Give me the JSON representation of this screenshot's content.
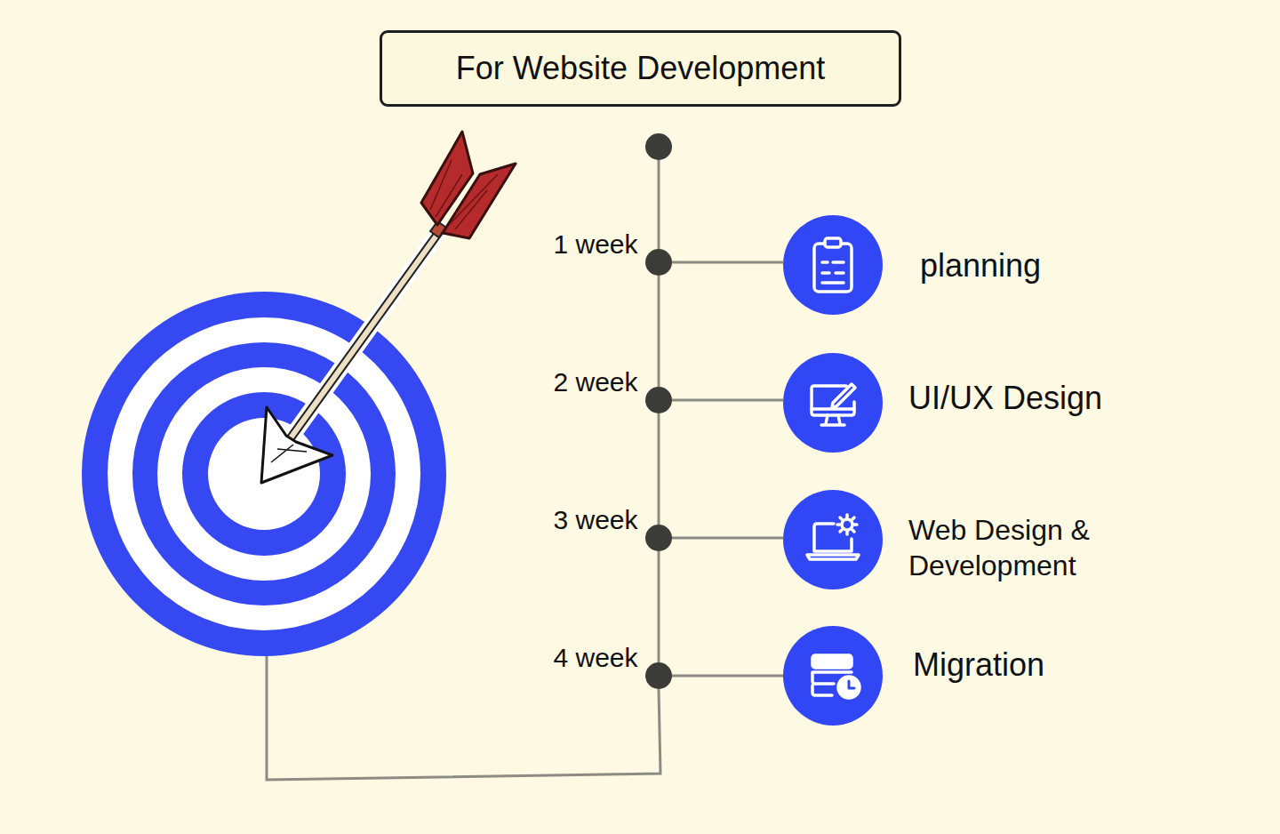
{
  "diagram": {
    "title": "For Website Development",
    "nodes": [
      {
        "text": [
          "1 week"
        ]
      },
      {
        "text": [
          "2 week"
        ]
      },
      {
        "text": [
          "3 week"
        ]
      },
      {
        "text": [
          "4 week"
        ]
      },
      {
        "text": [
          "planning"
        ]
      },
      {
        "text": [
          "UI/UX Design"
        ]
      },
      {
        "text": [
          "Web Design & Development"
        ]
      },
      {
        "text": [
          "Migration"
        ]
      }
    ],
    "edges": [
      {
        "from": 0,
        "to": 4,
        "arrow": "none"
      },
      {
        "from": 1,
        "to": 5,
        "arrow": "none"
      },
      {
        "from": 2,
        "to": 6,
        "arrow": "none"
      },
      {
        "from": 3,
        "to": 7,
        "arrow": "none"
      },
      {
        "from": 0,
        "to": 1,
        "arrow": "none"
      },
      {
        "from": 1,
        "to": 2,
        "arrow": "none"
      },
      {
        "from": 2,
        "to": 3,
        "arrow": "none"
      }
    ]
  }
}
